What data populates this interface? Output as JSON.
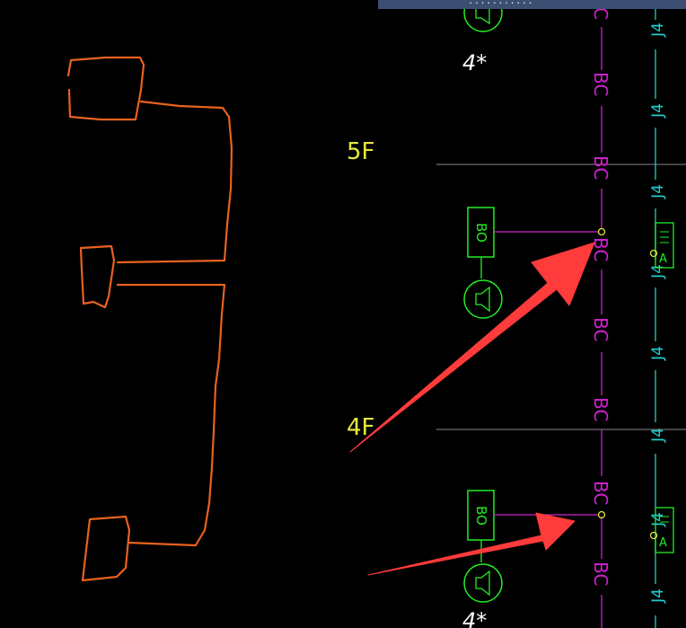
{
  "top_bar_text": "...........",
  "floors": {
    "upper": "5F",
    "lower": "4F"
  },
  "vertical_label_bc": "BC",
  "vertical_label_j4": "J4",
  "junction_box_label": "BO",
  "device_label": "A",
  "annotation_upper": "4*",
  "annotation_lower": "4*",
  "colors": {
    "background": "#000000",
    "hand_drawn": "#e8621e",
    "arrow": "#ff3b3b",
    "magenta_line": "#cc22cc",
    "cyan_line": "#22cccc",
    "green": "#22ee22",
    "yellow": "#e8e83a",
    "floor_line": "#888888"
  }
}
